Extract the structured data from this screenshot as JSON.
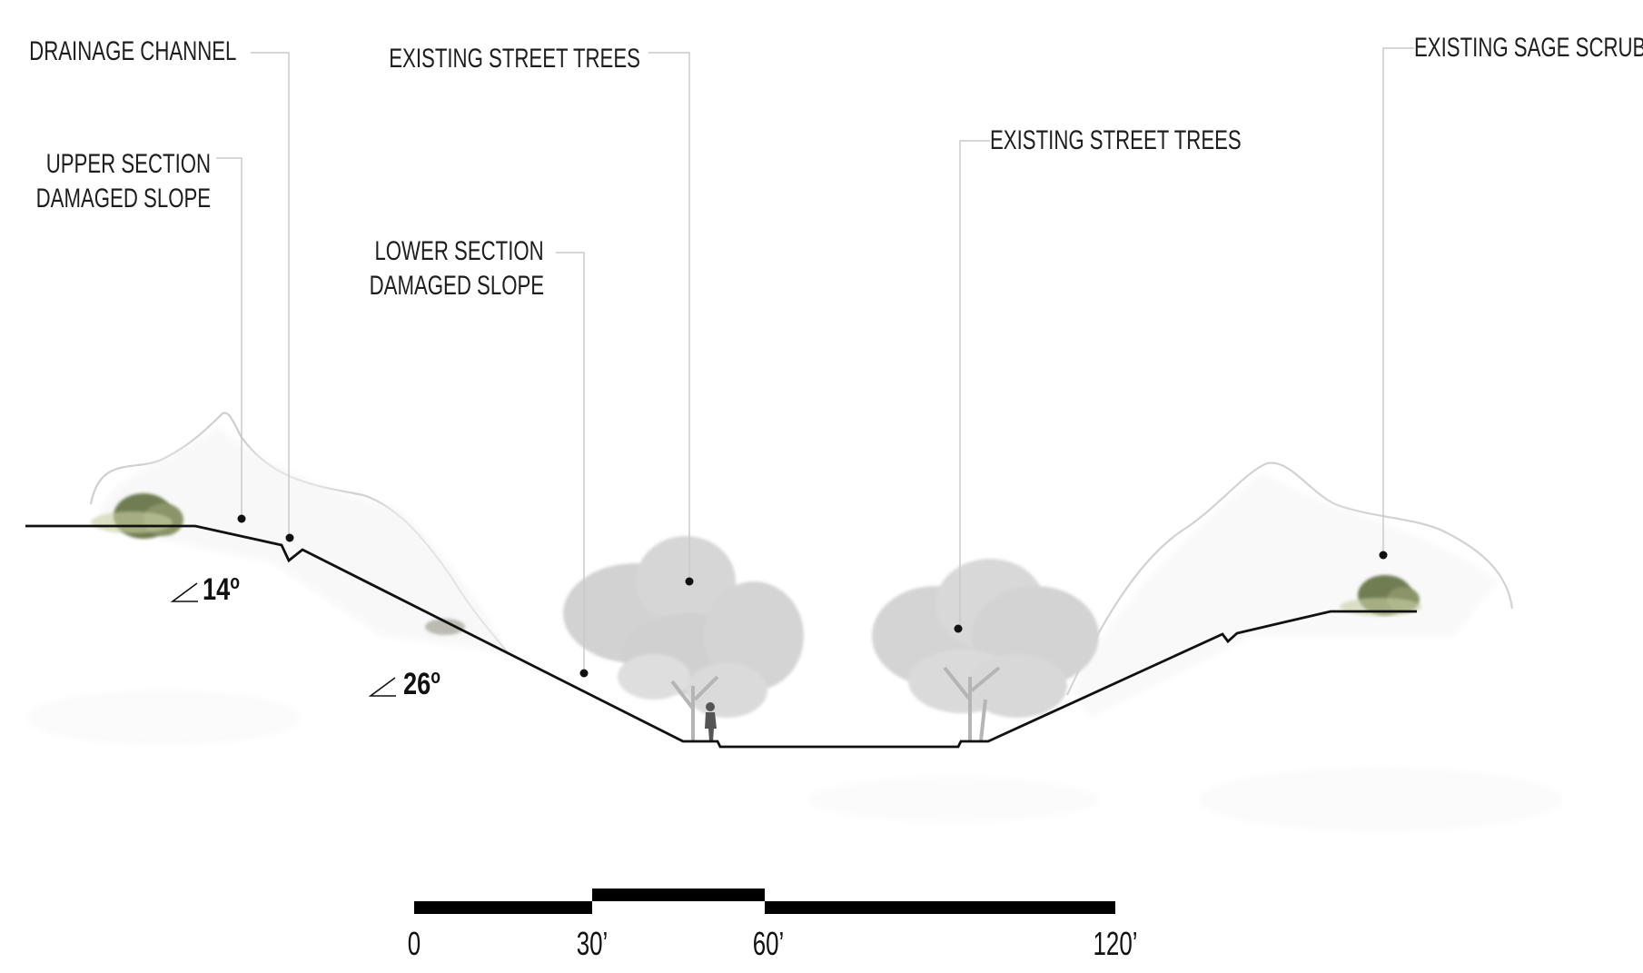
{
  "labels": {
    "drainage_channel": "DRAINAGE CHANNEL",
    "upper_section_line1": "UPPER SECTION",
    "upper_section_line2": "DAMAGED SLOPE",
    "street_trees_left": "EXISTING STREET TREES",
    "lower_section_line1": "LOWER SECTION",
    "lower_section_line2": "DAMAGED SLOPE",
    "street_trees_right": "EXISTING STREET TREES",
    "sage_scrub": "EXISTING SAGE SCRUB"
  },
  "angles": {
    "upper_value": "14",
    "upper_unit": "o",
    "lower_value": "26",
    "lower_unit": "o"
  },
  "scale_bar": {
    "ticks": [
      "0",
      "30’",
      "60’",
      "120’"
    ]
  },
  "colors": {
    "ground_line": "#111111",
    "leader_line": "#c8c8c8",
    "foliage_outline": "#c9c9c9",
    "tree_fill": "#cfcfcf",
    "shrub_green": "#6f7d52"
  }
}
